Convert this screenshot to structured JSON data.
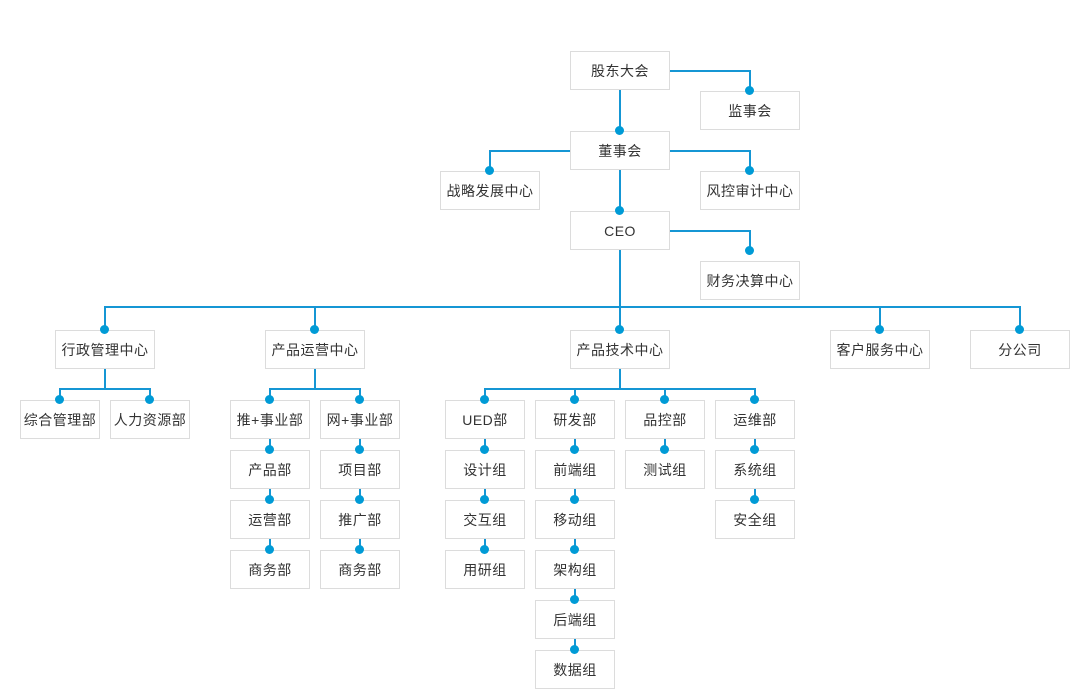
{
  "chart": {
    "type": "org-chart",
    "title": "",
    "accent_color": "#1596d4",
    "dot_color": "#009bd6",
    "box_border_color": "#dcdcdc",
    "text_color": "#333333",
    "background": "#ffffff"
  },
  "nodes": {
    "shareholders_meeting": "股东大会",
    "board_of_supervisors": "监事会",
    "board_of_directors": "董事会",
    "strategy_development_center": "战略发展中心",
    "risk_audit_center": "风控审计中心",
    "ceo": "CEO",
    "finance_settlement_center": "财务决算中心",
    "admin_management_center": "行政管理中心",
    "general_management_dept": "综合管理部",
    "human_resources_dept": "人力资源部",
    "product_operations_center": "产品运营中心",
    "tui_business_unit": "推+事业部",
    "wang_business_unit": "网+事业部",
    "product_dept": "产品部",
    "project_dept": "项目部",
    "operations_dept": "运营部",
    "promotion_dept": "推广部",
    "business_dept_left": "商务部",
    "business_dept_right": "商务部",
    "product_technology_center": "产品技术中心",
    "ued_dept": "UED部",
    "rd_dept": "研发部",
    "qc_dept": "品控部",
    "ops_maintenance_dept": "运维部",
    "design_group": "设计组",
    "interaction_group": "交互组",
    "user_research_group": "用研组",
    "frontend_group": "前端组",
    "mobile_group": "移动组",
    "architecture_group": "架构组",
    "backend_group": "后端组",
    "data_group": "数据组",
    "test_group": "测试组",
    "system_group": "系统组",
    "security_group": "安全组",
    "customer_service_center": "客户服务中心",
    "branch_company": "分公司"
  }
}
